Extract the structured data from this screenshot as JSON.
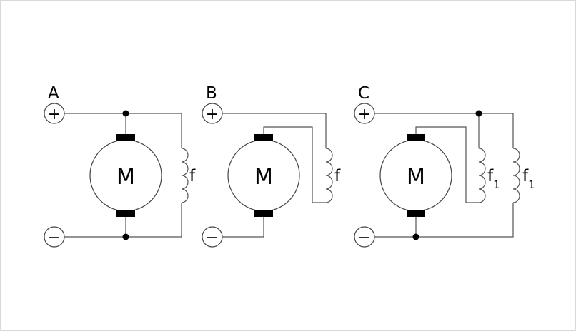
{
  "circuits": {
    "a": {
      "label": "A",
      "motor": "M",
      "field": "f",
      "plus": "+",
      "minus": "−"
    },
    "b": {
      "label": "B",
      "motor": "M",
      "field": "f",
      "plus": "+",
      "minus": "−"
    },
    "c": {
      "label": "C",
      "motor": "M",
      "field1": "f",
      "field1_sub": "1",
      "field2": "f",
      "field2_sub": "1",
      "plus": "+",
      "minus": "−"
    }
  },
  "colors": {
    "wire": "#555555",
    "brush": "#000000",
    "node": "#000000",
    "border": "#d9d9d9"
  }
}
